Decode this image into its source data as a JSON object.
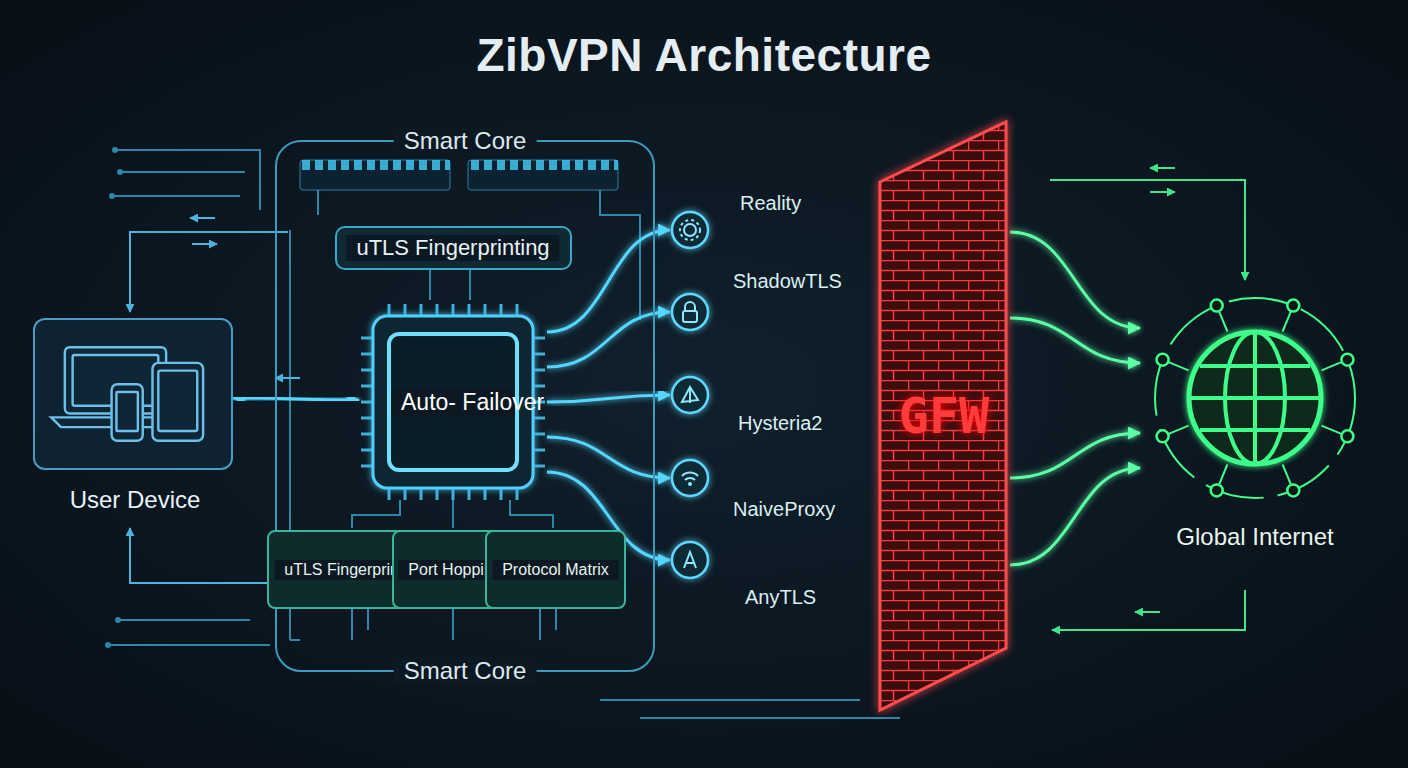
{
  "diagram": {
    "title": "ZibVPN Architecture",
    "nodes": [
      {
        "text": [
          "User Device"
        ]
      },
      {
        "text": [
          "Smart Core",
          "Smart Core"
        ]
      },
      {
        "text": [
          "uTLS Fingerprinting"
        ],
        "in": 1
      },
      {
        "text": [
          "Auto- Failover"
        ],
        "in": 1
      },
      {
        "text": [
          "uTLS Fingerprinting"
        ],
        "in": 1
      },
      {
        "text": [
          "Port Hopping"
        ],
        "in": 1
      },
      {
        "text": [
          "Protocol Matrix"
        ],
        "in": 1
      },
      {
        "text": [
          "Reality"
        ]
      },
      {
        "text": [
          "ShadowTLS"
        ]
      },
      {
        "text": [
          "Hysteria2"
        ]
      },
      {
        "text": [
          "NaiveProxy"
        ]
      },
      {
        "text": [
          "AnyTLS"
        ]
      },
      {
        "text": [
          "GFW"
        ]
      },
      {
        "text": [
          "Global Internet"
        ]
      }
    ],
    "edges": [
      {
        "from": 0,
        "to": 3,
        "arrow": "both"
      },
      {
        "from": 3,
        "to": 7,
        "arrow": "to"
      },
      {
        "from": 3,
        "to": 8,
        "arrow": "to"
      },
      {
        "from": 3,
        "to": 9,
        "arrow": "to"
      },
      {
        "from": 3,
        "to": 10,
        "arrow": "to"
      },
      {
        "from": 3,
        "to": 11,
        "arrow": "to"
      },
      {
        "from": 7,
        "to": 12,
        "arrow": "to"
      },
      {
        "from": 8,
        "to": 12,
        "arrow": "to"
      },
      {
        "from": 9,
        "to": 12,
        "arrow": "to"
      },
      {
        "from": 10,
        "to": 12,
        "arrow": "to"
      },
      {
        "from": 11,
        "to": 12,
        "arrow": "to"
      },
      {
        "from": 12,
        "to": 13,
        "arrow": "to"
      },
      {
        "from": 12,
        "to": 13,
        "arrow": "to"
      },
      {
        "from": 12,
        "to": 13,
        "arrow": "to"
      },
      {
        "from": 12,
        "to": 13,
        "arrow": "to"
      },
      {
        "from": 12,
        "to": 13,
        "arrow": "to"
      }
    ]
  }
}
